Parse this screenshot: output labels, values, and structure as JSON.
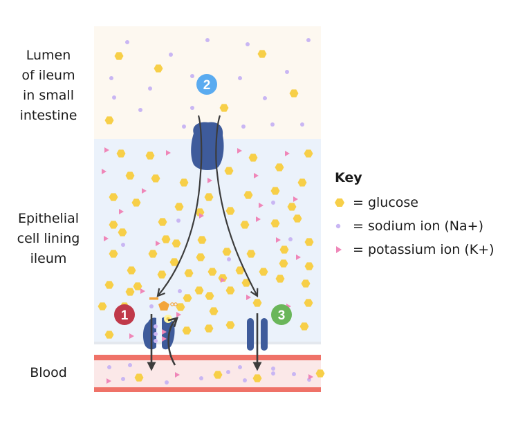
{
  "regions": {
    "lumen": [
      "Lumen",
      "of ileum",
      "in small",
      "intestine"
    ],
    "epithelial": [
      "Epithelial",
      "cell lining",
      "ileum"
    ],
    "blood": [
      "Blood"
    ]
  },
  "markers": {
    "one": "1",
    "two": "2",
    "three": "3"
  },
  "key": {
    "title": "Key",
    "items": [
      {
        "symbol": "glucose-hexagon",
        "label": "= glucose"
      },
      {
        "symbol": "sodium-dot",
        "label": "= sodium ion (Na+)"
      },
      {
        "symbol": "potassium-triangle",
        "label": "= potassium ion (K+)"
      }
    ]
  },
  "colors": {
    "lumen_bg": "#fdf8f0",
    "cell_bg": "#ebf2fb",
    "blood_bg": "#fbe8e8",
    "blood_wall": "#ef7268",
    "glucose": "#f7cf48",
    "sodium": "#c9b6f3",
    "potassium": "#ef86b8",
    "protein": "#3e5b9b",
    "arrow": "#3c3c3c",
    "marker1": "#c0394a",
    "marker2": "#5aabf0",
    "marker3": "#6ab65a",
    "atp": "#f3a53c"
  }
}
